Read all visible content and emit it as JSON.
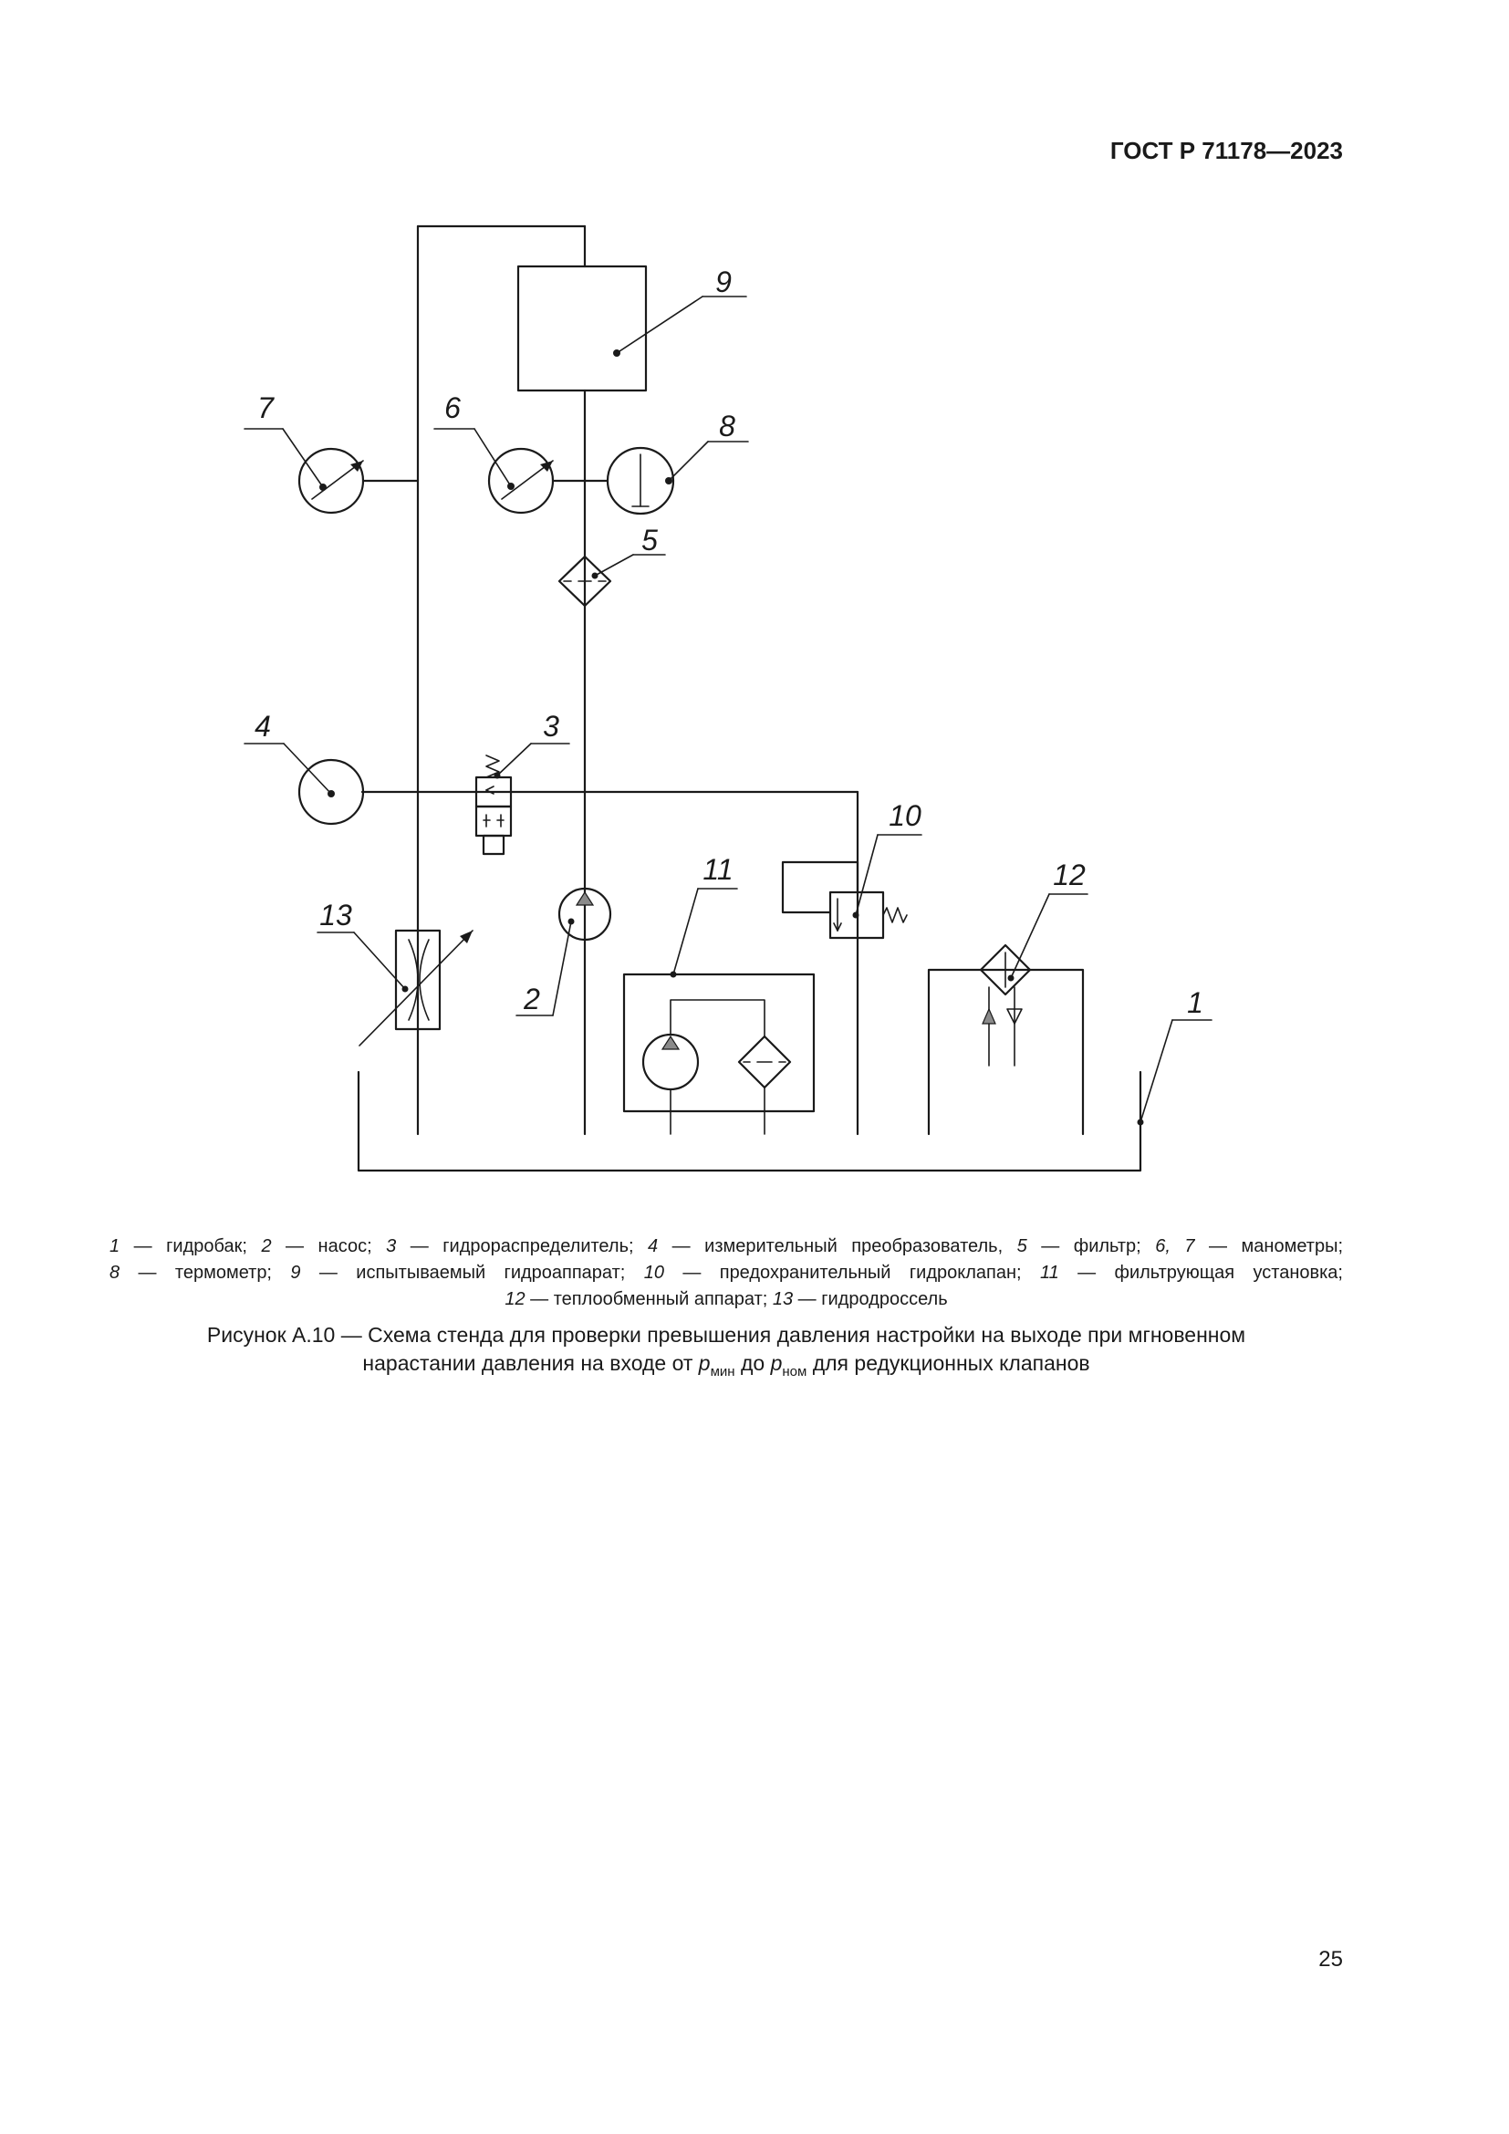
{
  "header": {
    "doc_id": "ГОСТ Р 71178—2023"
  },
  "figure": {
    "labels": {
      "n1": "1",
      "n2": "2",
      "n3": "3",
      "n4": "4",
      "n5": "5",
      "n6": "6",
      "n7": "7",
      "n8": "8",
      "n9": "9",
      "n10": "10",
      "n11": "11",
      "n12": "12",
      "n13": "13"
    }
  },
  "legend": {
    "items": [
      {
        "num": "1",
        "text": " — гидробак; "
      },
      {
        "num": "2",
        "text": " — насос; "
      },
      {
        "num": "3",
        "text": " — гидрораспределитель; "
      },
      {
        "num": "4",
        "text": " — измерительный преобразователь, "
      },
      {
        "num": "5",
        "text": " — фильтр; "
      },
      {
        "num": "6, 7",
        "text": " — манометры; "
      },
      {
        "num": "8",
        "text": " — термометр; "
      },
      {
        "num": "9",
        "text": " — испытываемый гидроаппарат; "
      },
      {
        "num": "10",
        "text": " — предохранительный гидроклапан; "
      },
      {
        "num": "11",
        "text": " — фильтрующая установка;"
      },
      {
        "num": "12",
        "text": " — теплообменный аппарат; "
      },
      {
        "num": "13",
        "text": " — гидродроссель"
      }
    ]
  },
  "caption": {
    "line1": "Рисунок А.10 — Схема стенда для проверки превышения давления настройки на выходе при мгновенном",
    "line2_a": "нарастании давления на входе от ",
    "p_symbol": "p",
    "sub_min": "мин",
    "line2_b": " до ",
    "sub_nom": "ном",
    "line2_c": " для редукционных клапанов"
  },
  "page_number": "25"
}
